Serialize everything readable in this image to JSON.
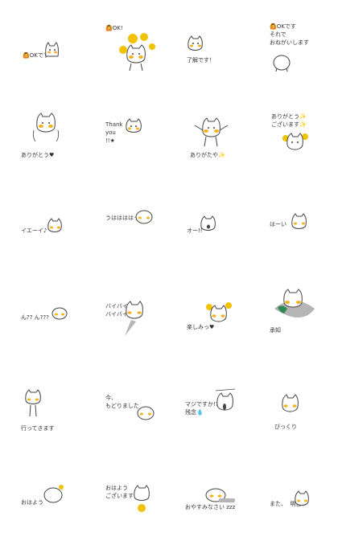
{
  "colors": {
    "line": "#444444",
    "face": "#ffffff",
    "ear": "#f3a32a",
    "cheek": "#f5b21e",
    "sparkle": "#f2c200",
    "heart": "#d9463e",
    "drop": "#6aaee0",
    "shadow": "#b5b5b5",
    "scarf": "#2f8a55"
  },
  "stickers": [
    {
      "id": "ok-desu",
      "text": "🙆OKです"
    },
    {
      "id": "ok",
      "text": "🙆OK!"
    },
    {
      "id": "ryokai",
      "text": "了解です！"
    },
    {
      "id": "onegai",
      "text": "🙆OKです\nそれで\nおねがいします"
    },
    {
      "id": "arigatou-fuwa",
      "text": "ありがとう♥"
    },
    {
      "id": "thank-you",
      "text": "Thank\nyou\n!!★"
    },
    {
      "id": "arigataya",
      "text": "ありがたや✨"
    },
    {
      "id": "arigatou-gozaimasu",
      "text": "ありがとう✨\nございます✨"
    },
    {
      "id": "ieei",
      "text": "イエーイ♪"
    },
    {
      "id": "uhahaha",
      "text": "うははははっ"
    },
    {
      "id": "oo",
      "text": "オー!!"
    },
    {
      "id": "haai",
      "text": "はーい"
    },
    {
      "id": "n",
      "text": "ん?? ん???"
    },
    {
      "id": "byebye",
      "text": "バイバイ\nバイバイ"
    },
    {
      "id": "tanoshimi",
      "text": "楽しみっ♥"
    },
    {
      "id": "shouchi",
      "text": "承知"
    },
    {
      "id": "ittekimasu",
      "text": "行ってきます"
    },
    {
      "id": "modorimashita",
      "text": "今、\nもどりました"
    },
    {
      "id": "majidesuka",
      "text": "マジですか!?\n残念💧"
    },
    {
      "id": "bikkuri",
      "text": "びっくり"
    },
    {
      "id": "ohayo",
      "text": "おはよう"
    },
    {
      "id": "ohayo-gozaimasu",
      "text": "おはよう\nございます"
    },
    {
      "id": "oyasumi",
      "text": "おやすみなさい zzz"
    },
    {
      "id": "mata-ashita",
      "text": "また、  明日★"
    }
  ]
}
